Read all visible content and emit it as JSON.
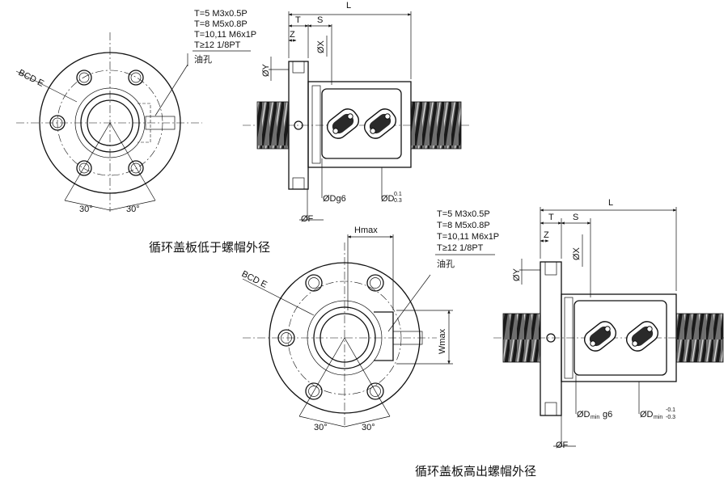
{
  "notes": {
    "t5": "T=5 M3x0.5P",
    "t8": "T=8 M5x0.8P",
    "t1011": "T=10,11 M6x1P",
    "t12": "T≥12 1/8PT",
    "oil_hole": "油孔"
  },
  "dims": {
    "L": "L",
    "T": "T",
    "S": "S",
    "Z": "Z",
    "X": "ØX",
    "Y": "ØY",
    "F": "ØF",
    "bcd": "BCD E",
    "angle": "30°",
    "hmax": "Hmax",
    "wmax": "Wmax",
    "dg6": "ØDg6",
    "d_tol": "ØD",
    "d_tol_up": "0.1",
    "d_tol_lo": "0.3",
    "dmin": "ØD",
    "dmin_sub": "min",
    "dmin_g6": "g6",
    "dmin_tol_up": "-0.1",
    "dmin_tol_lo": "-0.3"
  },
  "captions": {
    "top": "循环盖板低于螺帽外径",
    "bottom": "循环盖板高出螺帽外径"
  }
}
